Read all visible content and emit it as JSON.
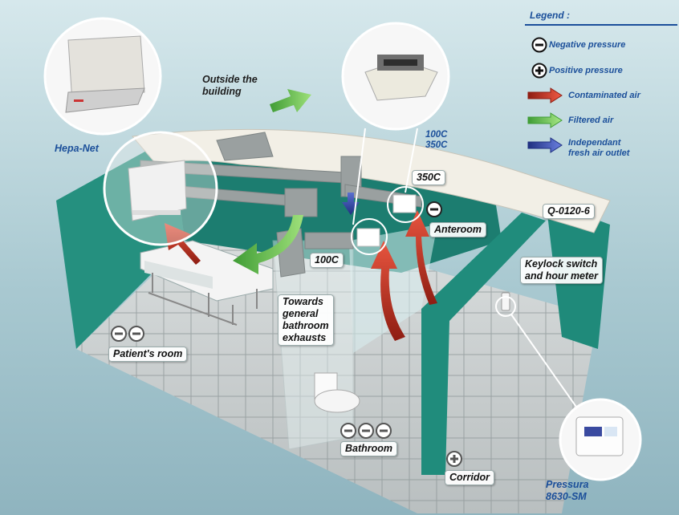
{
  "labels": {
    "outside": "Outside the\nbuilding",
    "hepa": "Hepa-Net",
    "c100_350": "100C\n350C",
    "c350": "350C",
    "anteroom": "Anteroom",
    "c100": "100C",
    "q0120": "Q-0120-6",
    "keylock": "Keylock switch\nand hour meter",
    "towards": "Towards\ngeneral\nbathroom\nexhausts",
    "patient": "Patient's room",
    "bathroom": "Bathroom",
    "corridor": "Corridor",
    "pressura": "Pressura\n8630-SM"
  },
  "legend": {
    "title": "Legend :",
    "negative": "Negative pressure",
    "positive": "Positive pressure",
    "contaminated": "Contaminated air",
    "filtered": "Filtered air",
    "fresh": "Independant\nfresh air outlet"
  },
  "colors": {
    "wall": "#1f8a7a",
    "contaminated": "#d63a2a",
    "filtered": "#5bc24a",
    "fresh": "#2a3f9a",
    "legend_text": "#1b4f9a"
  }
}
